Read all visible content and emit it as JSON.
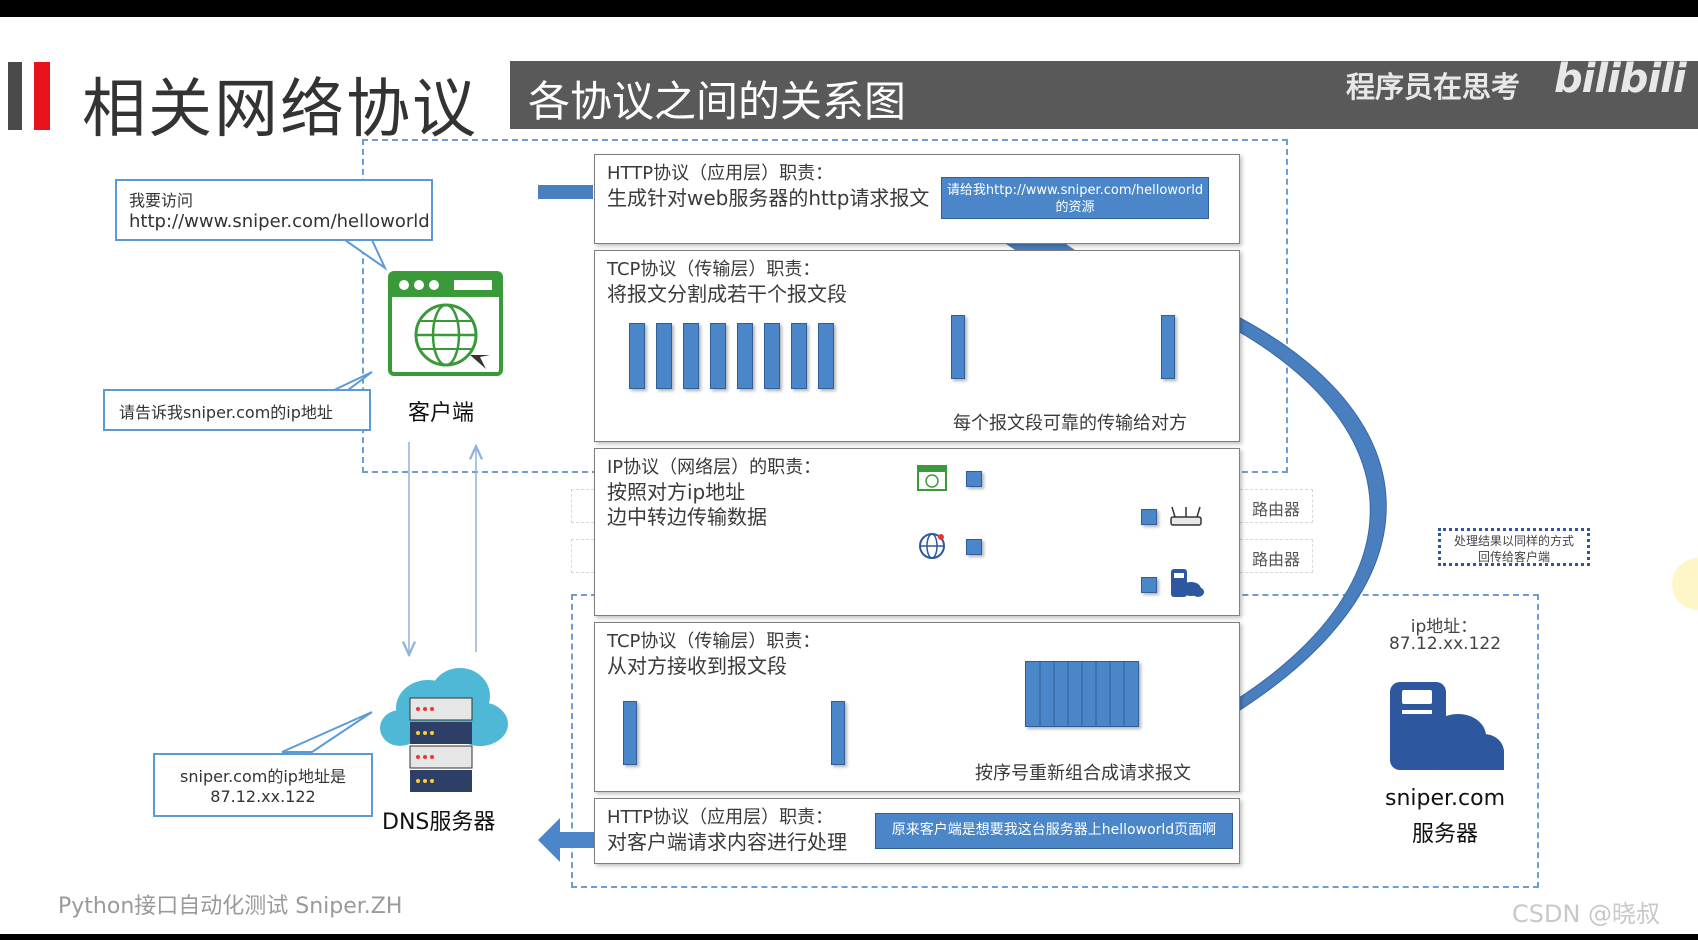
{
  "header": {
    "title": "相关网络协议",
    "subtitle": "各协议之间的关系图",
    "brand_text": "程序员在思考",
    "brand_logo": "bilibili"
  },
  "client": {
    "label": "客户端",
    "bubble_line1": "我要访问",
    "bubble_line2": "http://www.sniper.com/helloworld",
    "dns_request": "请告诉我sniper.com的ip地址"
  },
  "dns": {
    "label": "DNS服务器",
    "reply_line1": "sniper.com的ip地址是",
    "reply_line2": "87.12.xx.122"
  },
  "layers": {
    "http_client": {
      "title": "HTTP协议（应用层）职责：",
      "desc": "生成针对web服务器的http请求报文",
      "box_line1": "请给我http://www.sniper.com/helloworld",
      "box_line2": "的资源"
    },
    "tcp_client": {
      "title": "TCP协议（传输层）职责：",
      "desc": "将报文分割成若干个报文段",
      "note": "每个报文段可靠的传输给对方"
    },
    "ip": {
      "title": "IP协议（网络层）的职责：",
      "desc1": "按照对方ip地址",
      "desc2": "边中转边传输数据",
      "router1": "路由器",
      "router2": "路由器"
    },
    "tcp_server": {
      "title": "TCP协议（传输层）职责：",
      "desc": "从对方接收到报文段",
      "note": "按序号重新组合成请求报文"
    },
    "http_server": {
      "title": "HTTP协议（应用层）职责：",
      "desc": "对客户端请求内容进行处理",
      "box": "原来客户端是想要我这台服务器上helloworld页面啊"
    }
  },
  "server": {
    "ip_label": "ip地址：",
    "ip_value": "87.12.xx.122",
    "name_line1": "sniper.com",
    "name_line2": "服务器",
    "return_note_line1": "处理结果以同样的方式",
    "return_note_line2": "回传给客户端"
  },
  "footer": {
    "course": "Python接口自动化测试 Sniper.ZH",
    "watermark": "CSDN @晓叔"
  },
  "icons": [
    "browser-icon",
    "globe-icon",
    "dns-server-icon",
    "cloud-icon",
    "server-cloud-icon",
    "router-icon"
  ],
  "colors": {
    "accent_red": "#e8141c",
    "box_blue": "#4a86c8",
    "dash_blue": "#6b9fd0",
    "header_gray": "#595959",
    "icon_green": "#3a9a3a",
    "server_navy": "#2d58a0"
  }
}
